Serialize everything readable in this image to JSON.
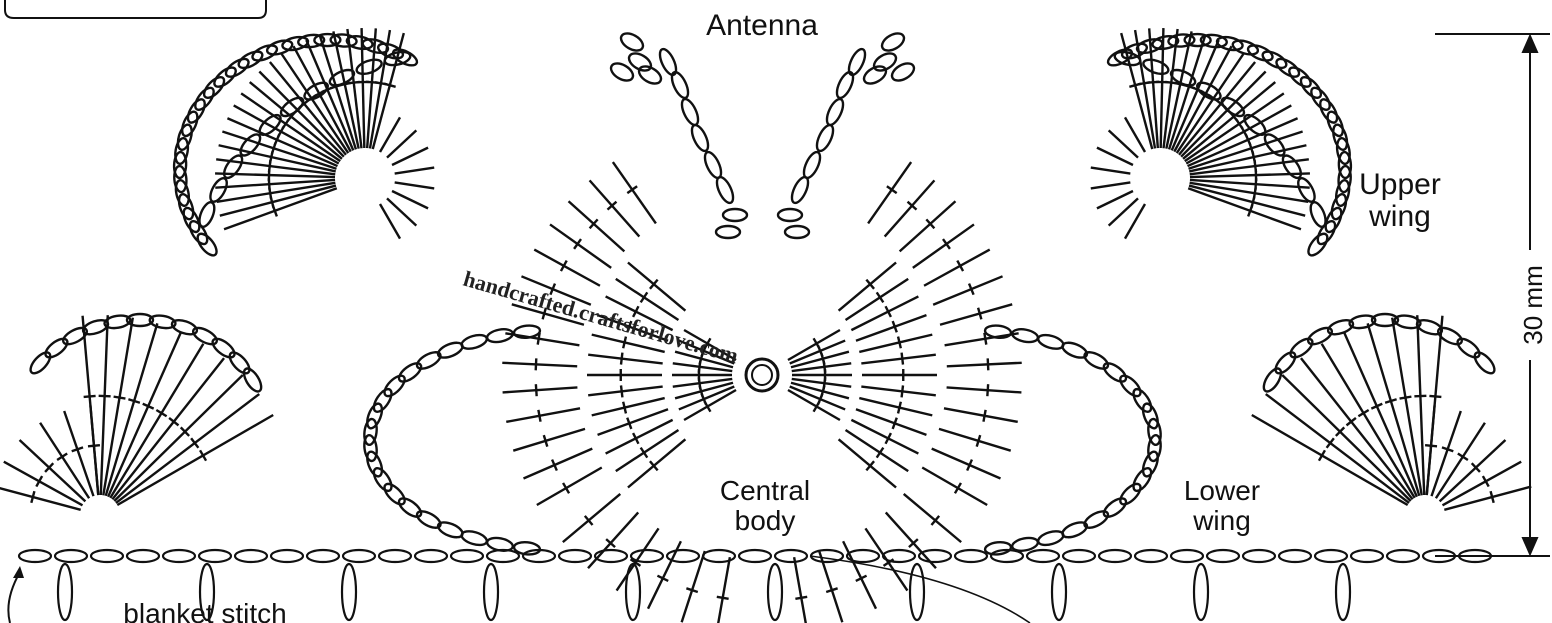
{
  "labels": {
    "antenna": "Antenna",
    "upper_wing_line1": "Upper",
    "upper_wing_line2": "wing",
    "central_body_line1": "Central",
    "central_body_line2": "body",
    "lower_wing_line1": "Lower",
    "lower_wing_line2": "wing",
    "dimension": "30 mm",
    "blanket_stitch": "blanket stitch"
  },
  "watermark": "handcrafted.craftsforlove.com",
  "colors": {
    "ink": "#111111",
    "paper": "#ffffff"
  }
}
